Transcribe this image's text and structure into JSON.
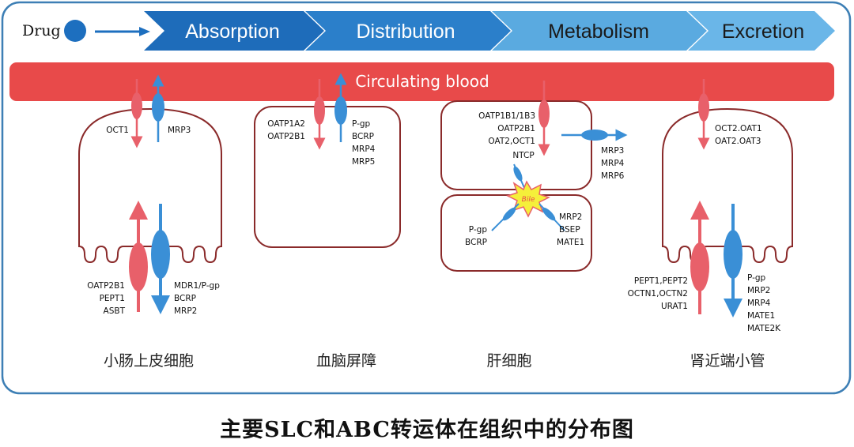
{
  "header": {
    "drug_label": "Drug",
    "stages": [
      "Absorption",
      "Distribution",
      "Metabolism",
      "Excretion"
    ]
  },
  "blood_label": "Circulating blood",
  "intestine": {
    "apical_red": "OCT1",
    "apical_blue": "MRP3",
    "basal_red": [
      "OATP2B1",
      "PEPT1",
      "ASBT"
    ],
    "basal_blue": [
      "MDR1/P-gp",
      "BCRP",
      "MRP2"
    ],
    "name": "小肠上皮细胞"
  },
  "bbb": {
    "red": [
      "OATP1A2",
      "OATP2B1"
    ],
    "blue": [
      "P-gp",
      "BCRP",
      "MRP4",
      "MRP5"
    ],
    "name": "血脑屏障"
  },
  "liver": {
    "upper_red": [
      "OATP1B1/1B3",
      "OATP2B1",
      "OAT2,OCT1"
    ],
    "ntcp": "NTCP",
    "upper_blue": [
      "MRP3",
      "MRP4",
      "MRP6"
    ],
    "bile": "Bile",
    "lower_left": [
      "P-gp",
      "BCRP"
    ],
    "lower_right": [
      "MRP2",
      "BSEP",
      "MATE1"
    ],
    "name": "肝细胞"
  },
  "kidney": {
    "apical": [
      "OCT2.OAT1",
      "OAT2.OAT3"
    ],
    "basal_red": [
      "PEPT1,PEPT2",
      "OCTN1,OCTN2",
      "URAT1"
    ],
    "basal_blue": [
      "P-gp",
      "MRP2",
      "MRP4",
      "MATE1",
      "MATE2K"
    ],
    "name": "肾近端小管"
  },
  "caption": "主要SLC和ABC转运体在组织中的分布图",
  "colors": {
    "red": "#e8606a",
    "blue": "#3a8fd6",
    "dark_blue": "#1d6fbf",
    "blood": "#e84a4a",
    "border": "#8a2a2a",
    "frame": "#3d7fb5"
  }
}
